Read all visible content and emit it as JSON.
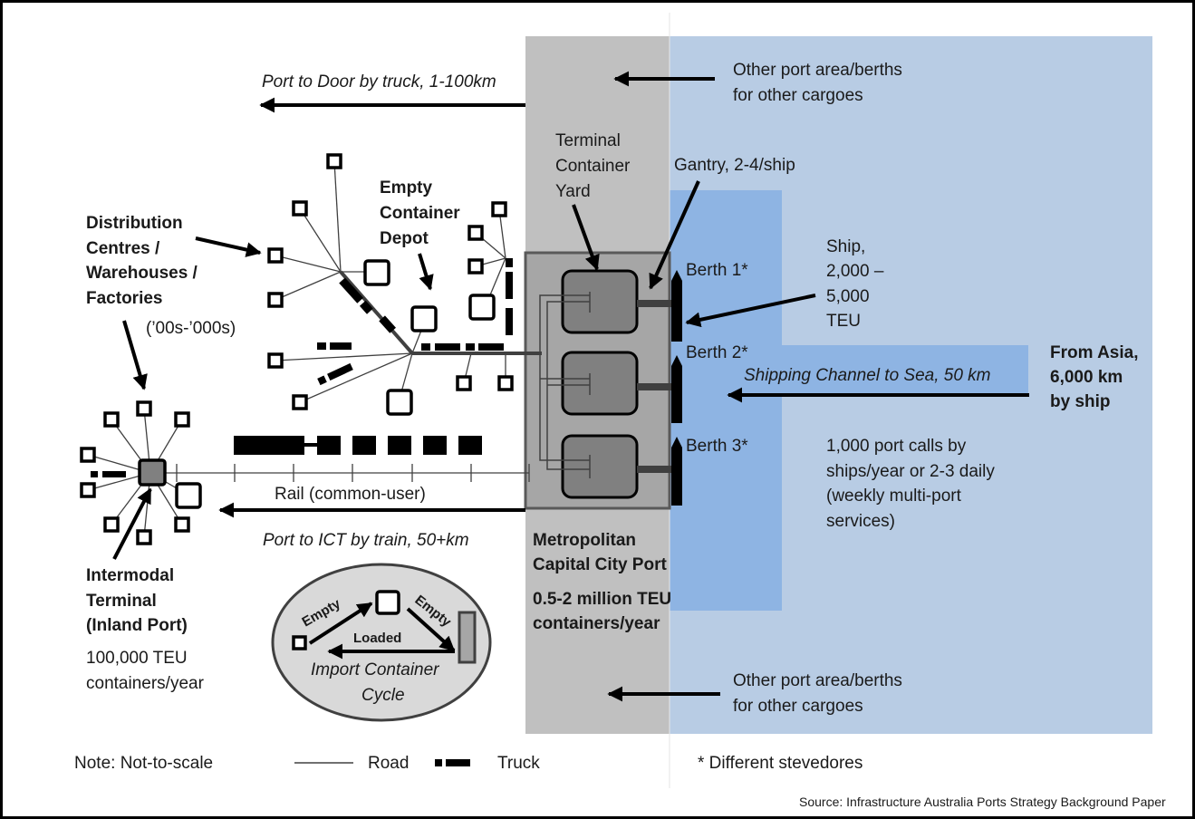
{
  "top_left": {
    "port_to_door": "Port to Door by truck,  1-100km"
  },
  "other_port_top": [
    "Other port area/berths",
    "for other cargoes"
  ],
  "other_port_bottom": [
    "Other port area/berths",
    "for other cargoes"
  ],
  "terminal_yard": [
    "Terminal",
    "Container",
    "Yard"
  ],
  "gantry": "Gantry, 2-4/ship",
  "empty_depot": [
    "Empty",
    "Container",
    "Depot"
  ],
  "distribution": [
    "Distribution",
    "Centres /",
    "Warehouses /",
    "Factories"
  ],
  "distribution_count": "(’00s-’000s)",
  "berths": [
    "Berth 1*",
    "Berth 2*",
    "Berth 3*"
  ],
  "ship": [
    "Ship,",
    "2,000 –",
    "5,000",
    "TEU"
  ],
  "channel": "Shipping Channel to Sea, 50 km",
  "from_asia": [
    "From Asia,",
    "6,000 km",
    "by ship"
  ],
  "port_calls": [
    "1,000 port calls by",
    "ships/year or 2-3 daily",
    "(weekly multi-port",
    "services)"
  ],
  "rail": "Rail (common-user)",
  "port_to_ict": "Port to ICT by train, 50+km",
  "metro_port": [
    "Metropolitan",
    "Capital City Port"
  ],
  "metro_teu": [
    "0.5-2 million TEU",
    "containers/year"
  ],
  "intermodal": [
    "Intermodal",
    "Terminal",
    "(Inland Port)"
  ],
  "intermodal_teu": [
    "100,000 TEU",
    "containers/year"
  ],
  "cycle": {
    "empty_left": "Empty",
    "empty_right": "Empty",
    "loaded": "Loaded",
    "title": [
      "Import Container",
      "Cycle"
    ]
  },
  "legend": {
    "note": "Note: Not-to-scale",
    "road": "Road",
    "truck": "Truck",
    "stevedores": "* Different stevedores"
  },
  "source": "Source: Infrastructure  Australia Ports  Strategy Background Paper",
  "colors": {
    "sea_light": "#b8cce4",
    "sea_mid": "#8eb4e3",
    "port_grey": "#c0c0c0",
    "terminal_grey": "#a6a6a6",
    "yard_grey": "#808080"
  }
}
